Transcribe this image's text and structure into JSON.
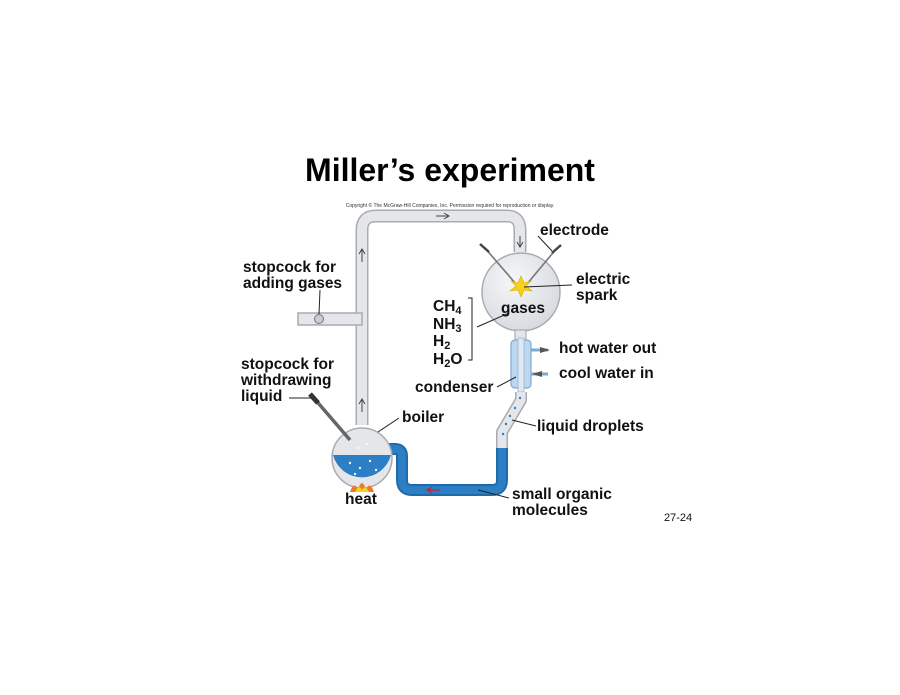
{
  "title": "Miller’s experiment",
  "copyright": "Copyright © The McGraw-Hill Companies, Inc. Permission required for reproduction or display.",
  "labels": {
    "electrode": "electrode",
    "electric_spark": [
      "electric",
      "spark"
    ],
    "gases": "gases",
    "stopcock_adding": [
      "stopcock for",
      "adding gases"
    ],
    "stopcock_withdrawing": [
      "stopcock for",
      "withdrawing",
      "liquid"
    ],
    "hot_water_out": "hot water out",
    "cool_water_in": "cool water in",
    "condenser": "condenser",
    "liquid_droplets": "liquid droplets",
    "boiler": "boiler",
    "heat": "heat",
    "small_organic_molecules": [
      "small organic",
      "molecules"
    ]
  },
  "gas_formulas": [
    {
      "base": "CH",
      "sub": "4",
      "tail": ""
    },
    {
      "base": "NH",
      "sub": "3",
      "tail": ""
    },
    {
      "base": "H",
      "sub": "2",
      "tail": ""
    },
    {
      "base": "H",
      "sub": "2",
      "tail": "O"
    }
  ],
  "page_number": "27-24",
  "colors": {
    "tube": "#e4e6ea",
    "tube_edge": "#a8acb2",
    "water": "#2c7fc4",
    "condenser": "#bcd8f0",
    "spark": "#f5d21c",
    "flame": "#f07a22"
  }
}
